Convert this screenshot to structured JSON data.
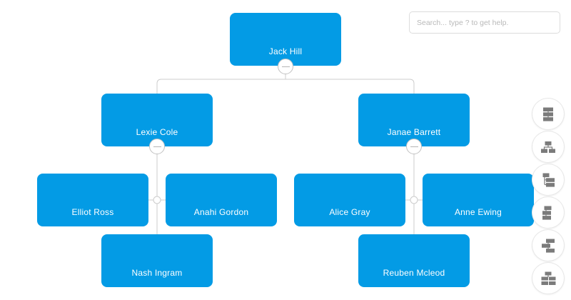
{
  "search": {
    "placeholder": "Search... type ? to get help."
  },
  "colors": {
    "node_fill": "#039be5",
    "node_text": "#ffffff",
    "link": "#cccccc",
    "button_icon": "#7b7b7b"
  },
  "org_chart": {
    "nodes": [
      {
        "name": "Jack Hill"
      },
      {
        "name": "Lexie Cole"
      },
      {
        "name": "Janae Barrett"
      },
      {
        "name": "Elliot Ross"
      },
      {
        "name": "Anahi Gordon"
      },
      {
        "name": "Alice Gray"
      },
      {
        "name": "Anne Ewing"
      },
      {
        "name": "Nash Ingram"
      },
      {
        "name": "Reuben Mcleod"
      }
    ],
    "collapse_glyph": "−"
  },
  "toolbar": {
    "buttons": [
      {
        "icon": "layout-tree-vertical-icon"
      },
      {
        "icon": "layout-org-chart-icon"
      },
      {
        "icon": "layout-tree-left-offset-icon"
      },
      {
        "icon": "layout-tree-right-offset-icon"
      },
      {
        "icon": "layout-mixed-icon"
      },
      {
        "icon": "layout-grid-icon"
      }
    ]
  }
}
